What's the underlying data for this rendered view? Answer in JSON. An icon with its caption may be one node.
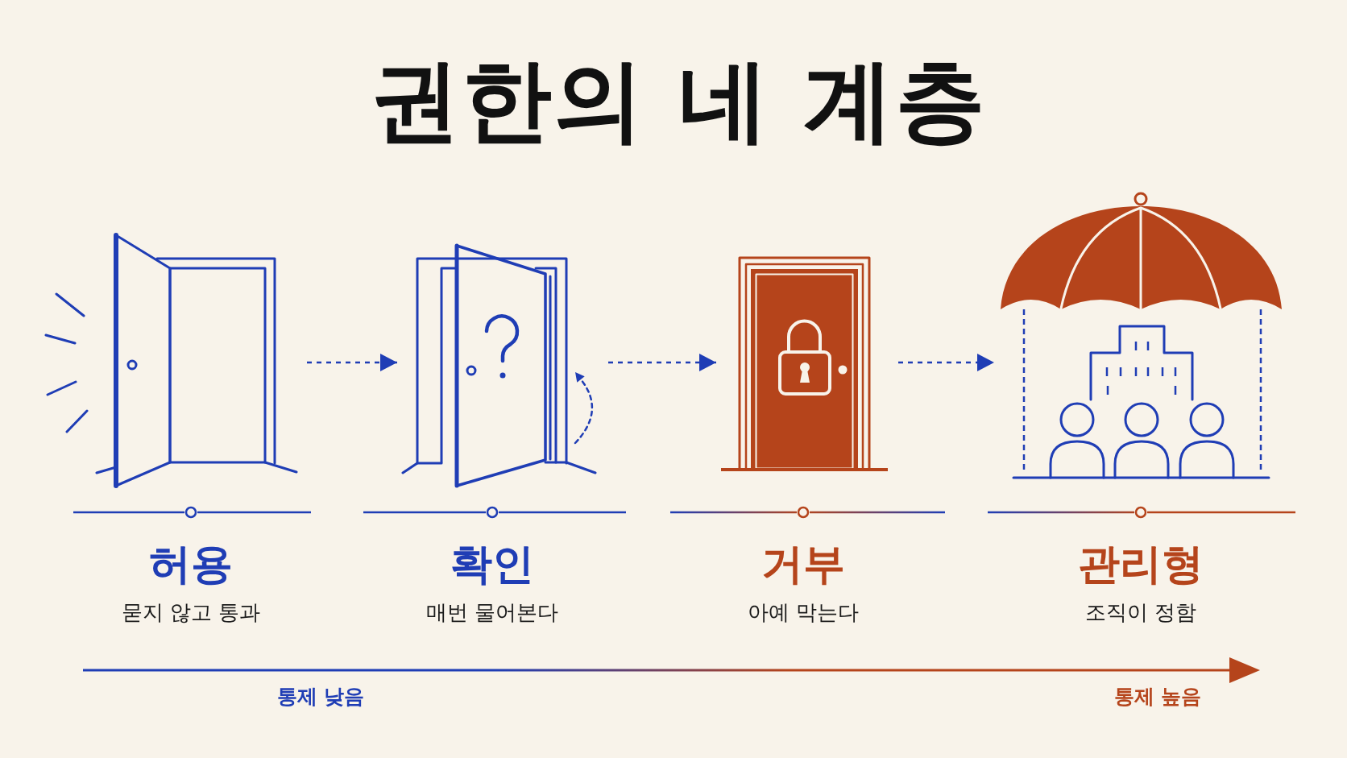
{
  "diagram": {
    "title": "권한의 네 계층",
    "nodes": [
      {
        "text": [],
        "shape": "picture",
        "beside": [
          "허용",
          "묻지 않고 통과"
        ]
      },
      {
        "text": [],
        "shape": "picture",
        "beside": [
          "확인",
          "매번 물어본다"
        ]
      },
      {
        "text": [],
        "shape": "picture",
        "beside": [
          "거부",
          "아예 막는다"
        ]
      },
      {
        "text": [],
        "shape": "picture",
        "beside": [
          "관리형",
          "조직이 정함"
        ]
      }
    ],
    "edges": [
      {
        "from": 0,
        "to": 1,
        "arrow": "to",
        "style": "dashed"
      },
      {
        "from": 1,
        "to": 2,
        "arrow": "to",
        "style": "dashed"
      },
      {
        "from": 2,
        "to": 3,
        "arrow": "to",
        "style": "dashed"
      }
    ],
    "labels": [
      "통제 낮음",
      "통제 높음"
    ]
  }
}
